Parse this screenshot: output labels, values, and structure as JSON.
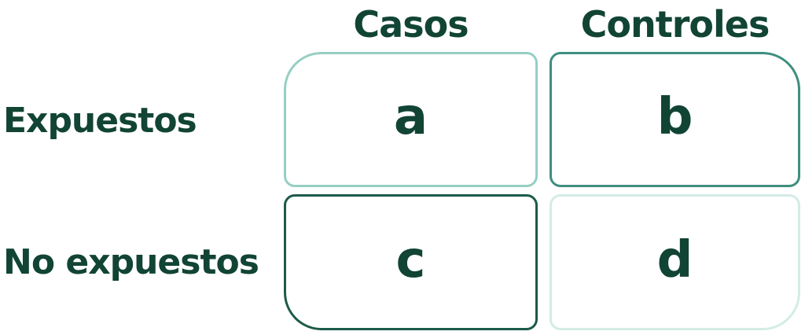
{
  "colors": {
    "text": "#114434",
    "cell_a_border": "#95cfc3",
    "cell_b_border": "#3e8f7e",
    "cell_c_border": "#1c5a4a",
    "cell_d_border": "#d3ece6"
  },
  "columns": [
    "Casos",
    "Controles"
  ],
  "rows": [
    "Expuestos",
    "No expuestos"
  ],
  "cells": {
    "a": "a",
    "b": "b",
    "c": "c",
    "d": "d"
  }
}
